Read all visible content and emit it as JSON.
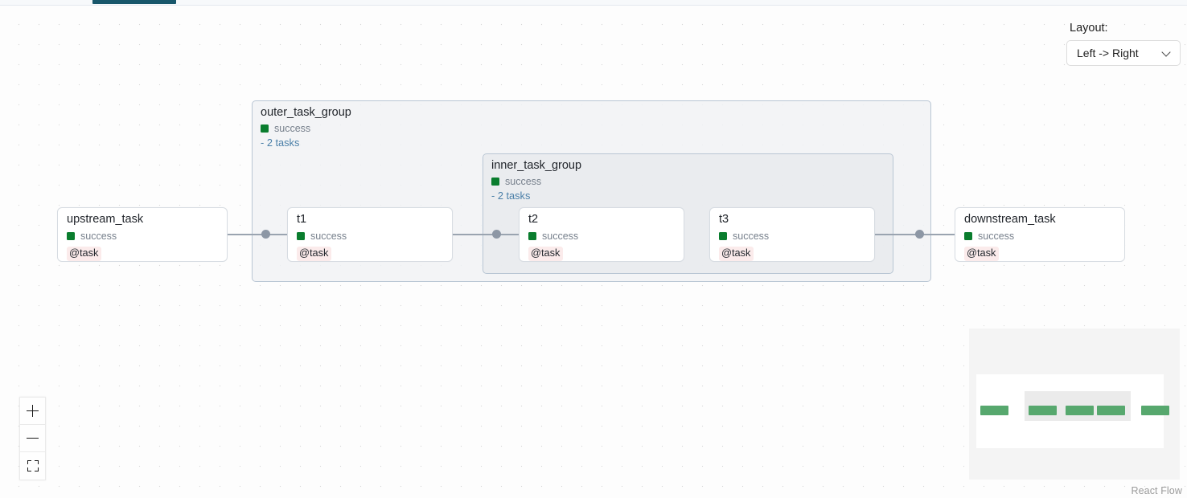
{
  "app": {
    "attribution": "React Flow"
  },
  "panel": {
    "layout_label": "Layout:",
    "layout_selected": "Left -> Right",
    "layout_options": [
      "Left -> Right"
    ]
  },
  "controls": {
    "zoom_in": "+",
    "zoom_out": "−",
    "fit_view": "fit-view"
  },
  "graph": {
    "groups": [
      {
        "id": "outer_task_group",
        "title": "outer_task_group",
        "state": "success",
        "state_color": "#0a7d2e",
        "count_label": "- 2 tasks"
      },
      {
        "id": "inner_task_group",
        "title": "inner_task_group",
        "state": "success",
        "state_color": "#0a7d2e",
        "count_label": "- 2 tasks"
      }
    ],
    "nodes": [
      {
        "id": "upstream_task",
        "title": "upstream_task",
        "state": "success",
        "operator": "@task"
      },
      {
        "id": "t1",
        "title": "t1",
        "state": "success",
        "operator": "@task"
      },
      {
        "id": "t2",
        "title": "t2",
        "state": "success",
        "operator": "@task"
      },
      {
        "id": "t3",
        "title": "t3",
        "state": "success",
        "operator": "@task"
      },
      {
        "id": "downstream_task",
        "title": "downstream_task",
        "state": "success",
        "operator": "@task"
      }
    ]
  }
}
